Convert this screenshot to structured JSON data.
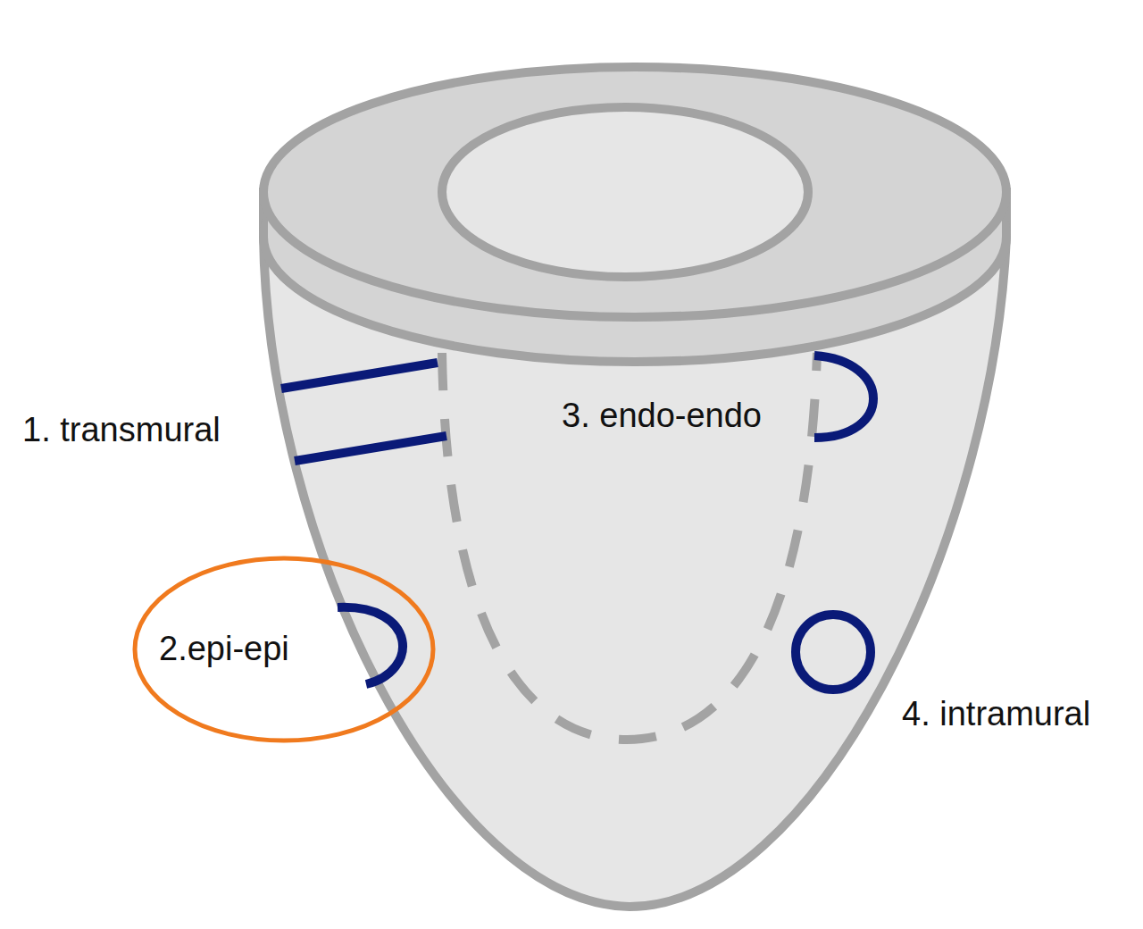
{
  "diagram": {
    "nodes": [
      {
        "text": [
          "2.epi-epi"
        ]
      }
    ],
    "labels": [
      "1. transmural",
      "3. endo-endo",
      "4. intramural"
    ]
  }
}
